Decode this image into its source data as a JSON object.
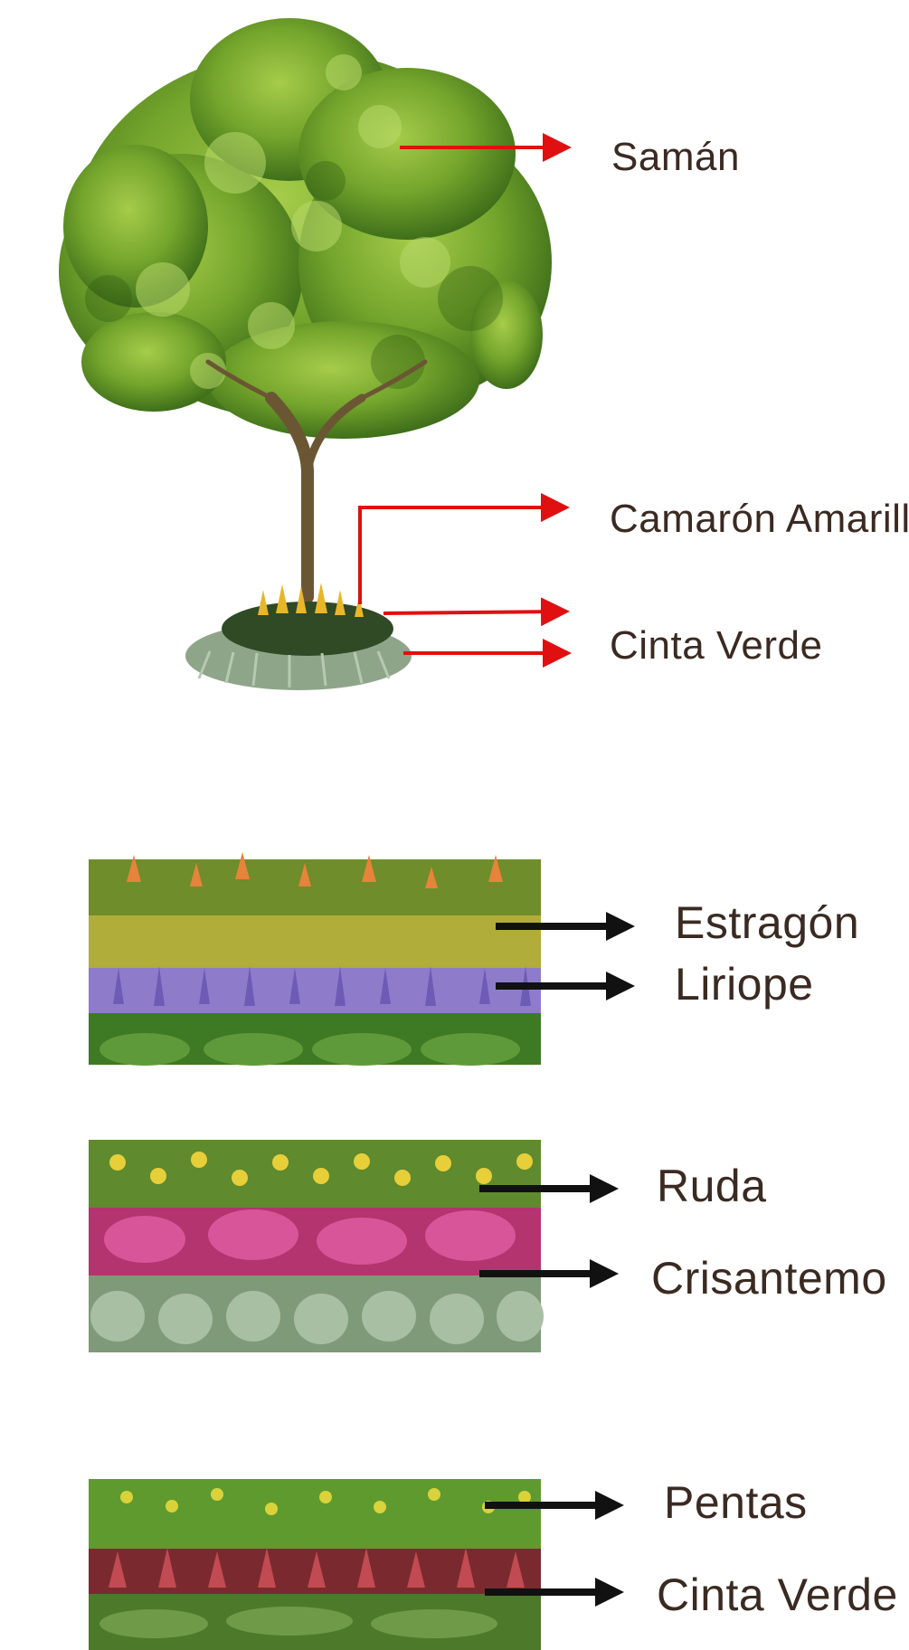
{
  "tree_section": {
    "labels": [
      "Samán",
      "Camarón Amarillo",
      "Cinta Verde"
    ],
    "arrow_color": "#e01010"
  },
  "bed_1": {
    "labels": [
      "Estragón",
      "Liriope"
    ]
  },
  "bed_2": {
    "labels": [
      "Ruda",
      "Crisantemo"
    ]
  },
  "bed_3": {
    "labels": [
      "Pentas",
      "Cinta Verde"
    ]
  },
  "colors": {
    "label_text": "#3a2a22",
    "bed_arrow": "#111111"
  }
}
